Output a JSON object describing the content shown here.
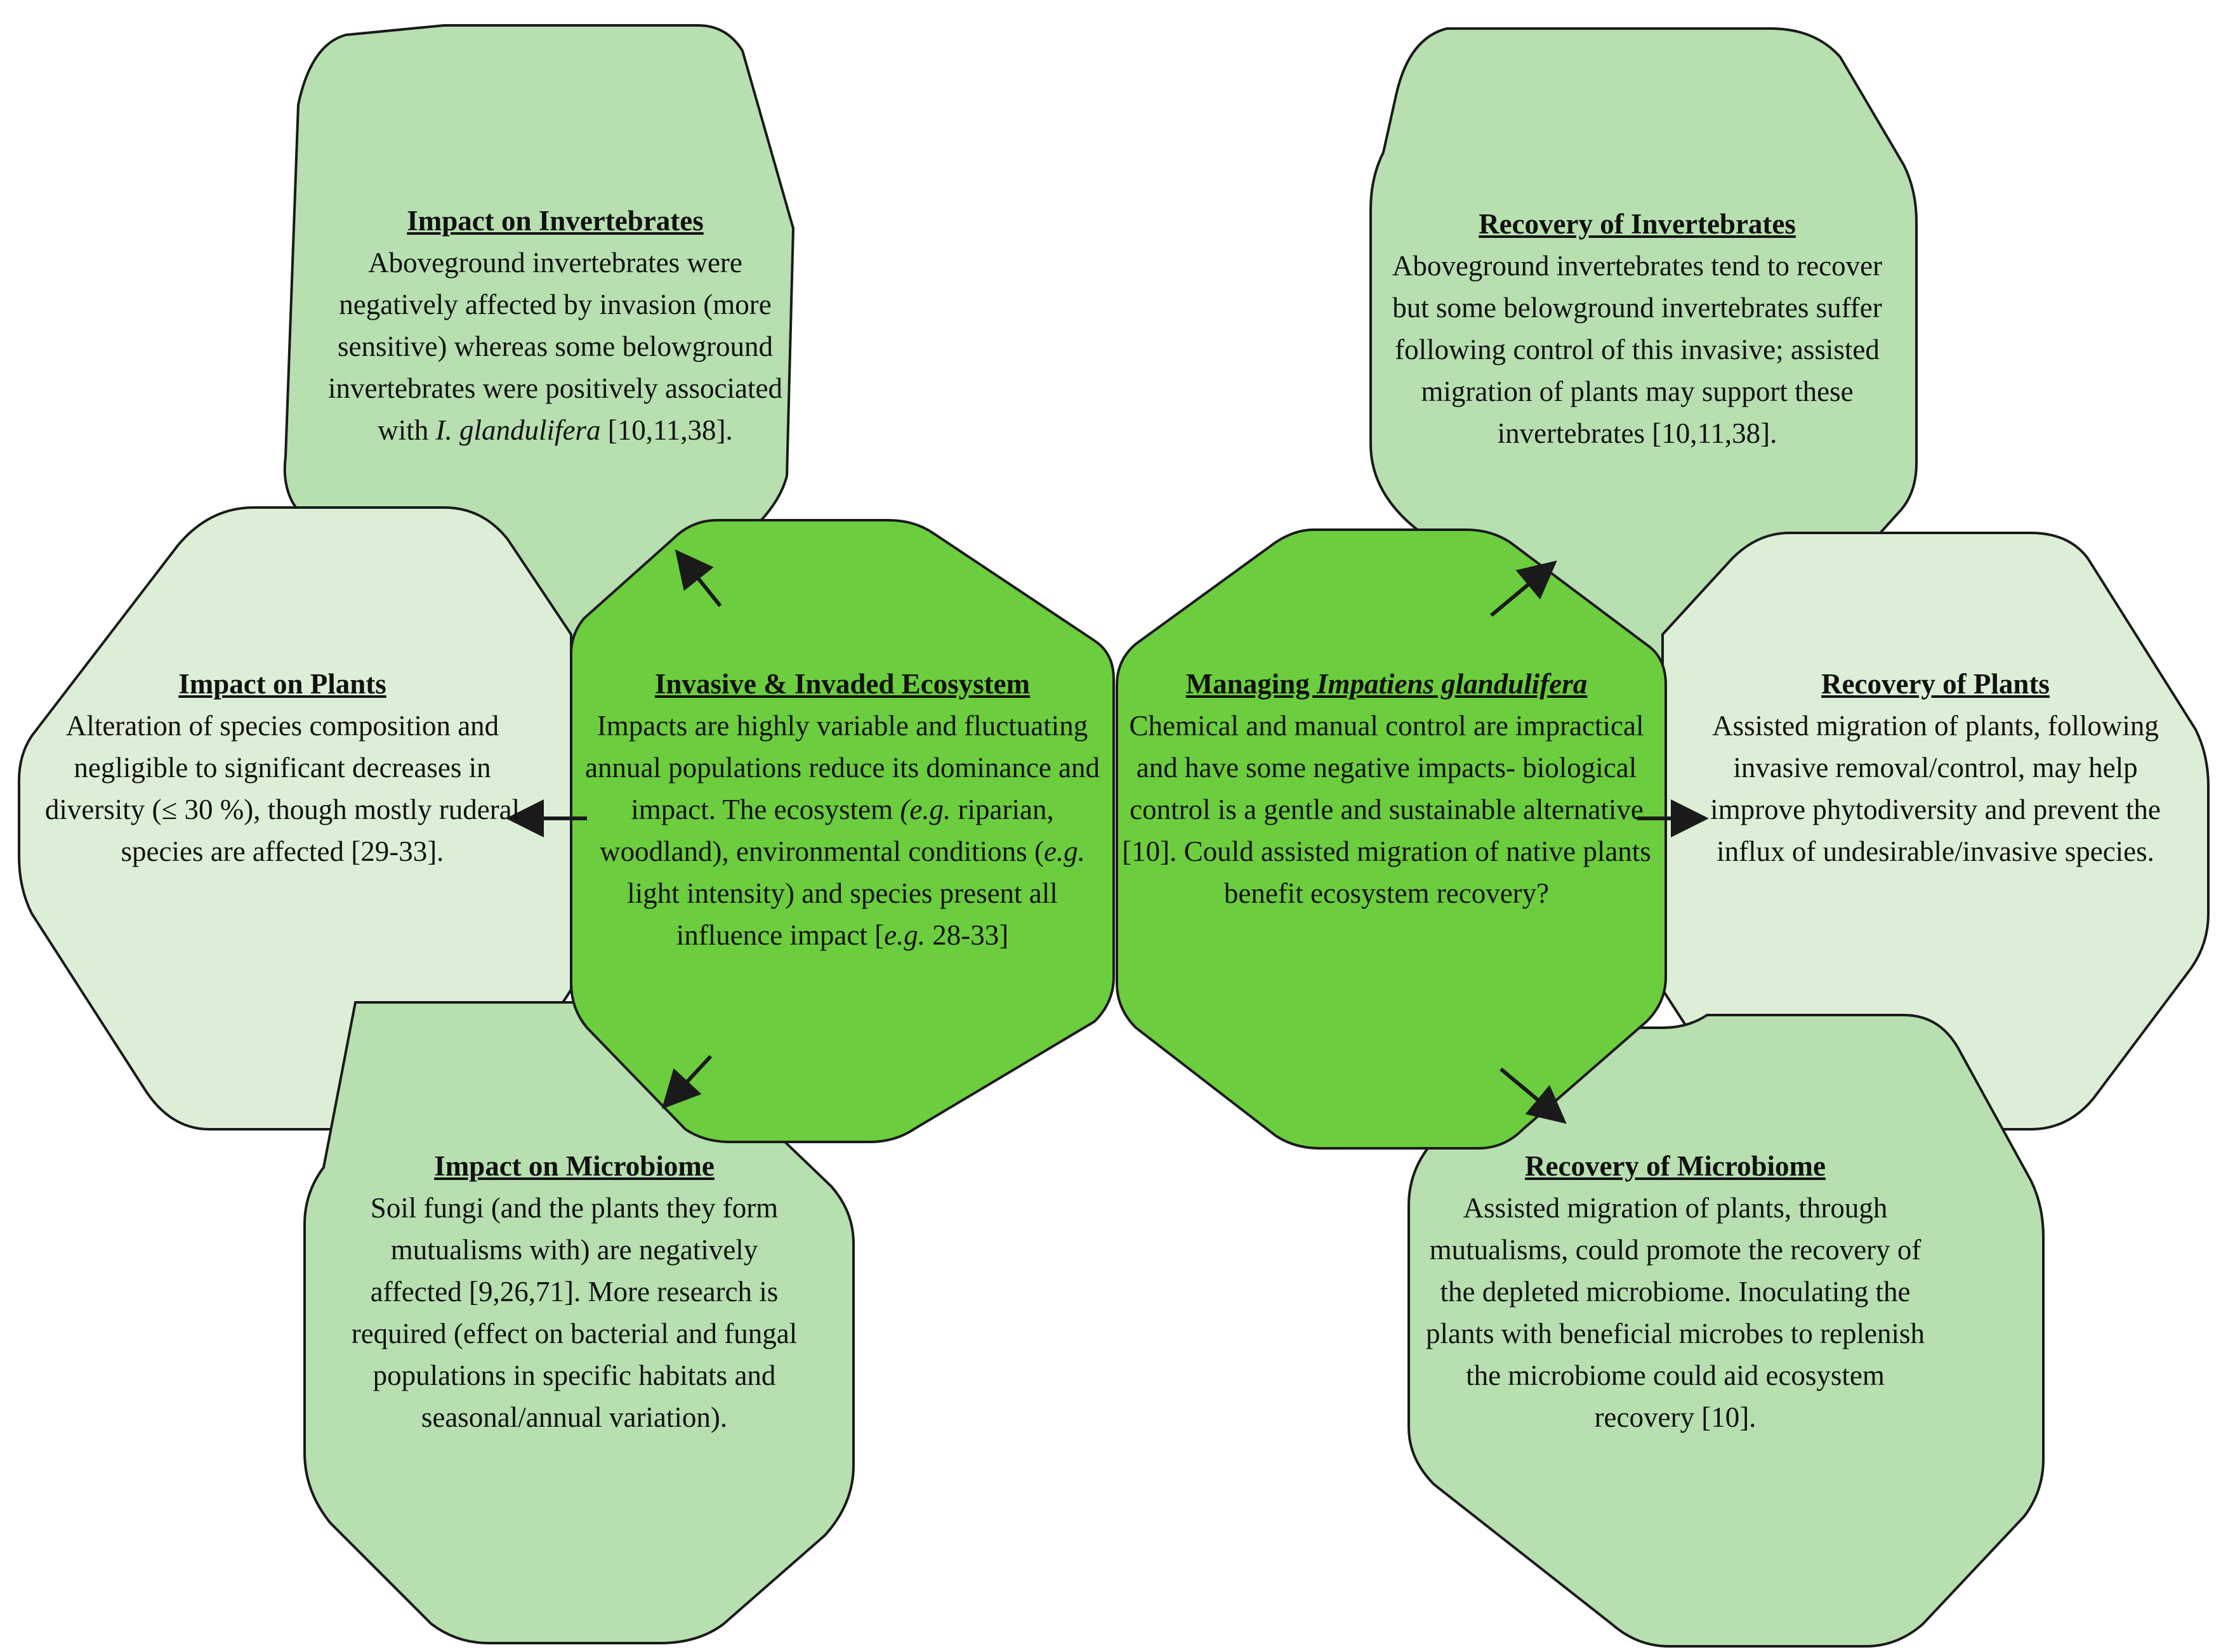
{
  "colors": {
    "center_fill": "#6ccd3e",
    "mid_fill": "#b7dfb0",
    "light_fill": "#dcefd6",
    "stroke": "#1a1a1a"
  },
  "center_left": {
    "title": "Invasive  & Invaded  Ecosystem",
    "body_1": "Impacts are highly variable and fluctuating annual populations reduce its dominance and impact. The ecosystem ",
    "eg_1": "(e.g.",
    "body_2": " riparian, woodland), environmental conditions (",
    "eg_2": "e.g.",
    "body_3": " light intensity) and species present all influence impact  [",
    "eg_3": "e.g.",
    "body_4": " 28-33]"
  },
  "center_right": {
    "title_prefix": "Managing  ",
    "title_species": "Impatiens glandulifera",
    "body": "Chemical  and manual  control are impractical  and have some negative impacts- biological control is a gentle and sustainable alternative [10].  Could assisted migration  of native plants benefit ecosystem recovery?"
  },
  "impact_invertebrates": {
    "title": "Impact  on Invertebrates",
    "body_1": "Aboveground invertebrates were negatively affected by invasion (more  sensitive) whereas some belowground invertebrates were positively associated with ",
    "species": "I. glandulifera",
    "body_2": " [10,11,38]."
  },
  "impact_plants": {
    "title": "Impact  on Plants",
    "body": "Alteration of species composition and negligible to significant decreases in diversity (≤ 30 %), though mostly ruderal species are affected [29-33]."
  },
  "impact_microbiome": {
    "title": "Impact  on Microbiome",
    "body": "Soil fungi (and the plants they form mutualisms with) are negatively affected [9,26,71]. More research is required (effect on bacterial and fungal populations in specific habitats and seasonal/annual variation)."
  },
  "recovery_invertebrates": {
    "title": "Recovery  of Invertebrates",
    "body": "Aboveground invertebrates tend to recover but some belowground invertebrates suffer following control of this invasive; assisted migration  of plants may support these invertebrates [10,11,38]."
  },
  "recovery_plants": {
    "title": "Recovery  of Plants",
    "body": "Assisted migration of plants, following  invasive removal/control, may help improve phytodiversity and prevent the influx  of undesirable/invasive species."
  },
  "recovery_microbiome": {
    "title": "Recovery  of Microbiome",
    "body": "Assisted migration of plants, through mutualisms,  could promote the recovery of the depleted microbiome.  Inoculating the plants with beneficial microbes to replenish the microbiome  could aid ecosystem recovery [10]."
  }
}
